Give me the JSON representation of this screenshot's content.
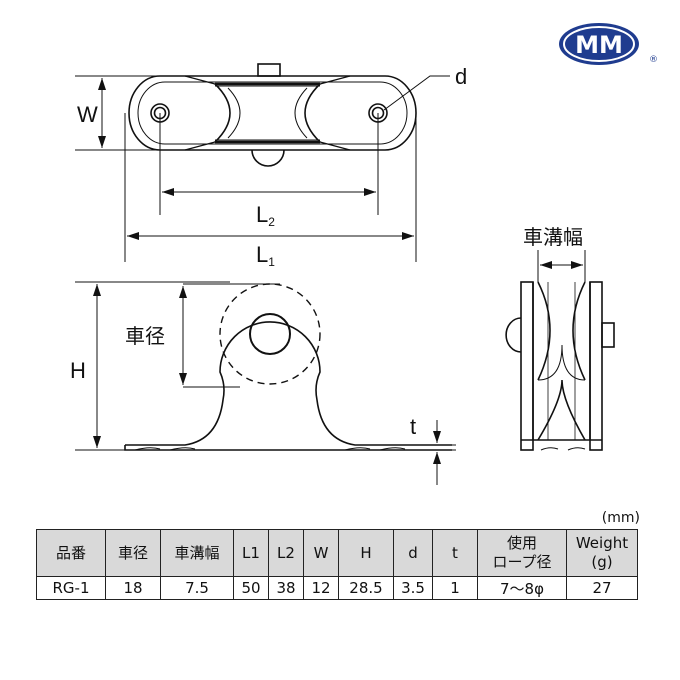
{
  "brand": {
    "logo_text": "MM",
    "registered": "®"
  },
  "labels": {
    "d": "d",
    "W": "W",
    "L2_main": "L",
    "L2_sub": "2",
    "L1_main": "L",
    "L1_sub": "1",
    "H": "H",
    "t": "t",
    "wheel_diameter": "車径",
    "groove_width": "車溝幅"
  },
  "unit_note": "(mm)",
  "table": {
    "headers": [
      "品番",
      "車径",
      "車溝幅",
      "L1",
      "L2",
      "W",
      "H",
      "d",
      "t",
      "使用\nロープ径",
      "Weight\n(g)"
    ],
    "rows": [
      [
        "RG-1",
        "18",
        "7.5",
        "50",
        "38",
        "12",
        "28.5",
        "3.5",
        "1",
        "7～8φ",
        "27"
      ]
    ]
  },
  "colors": {
    "logo_blue": "#1f3c8f",
    "line": "#111111",
    "header_bg": "#d9d9d9"
  }
}
